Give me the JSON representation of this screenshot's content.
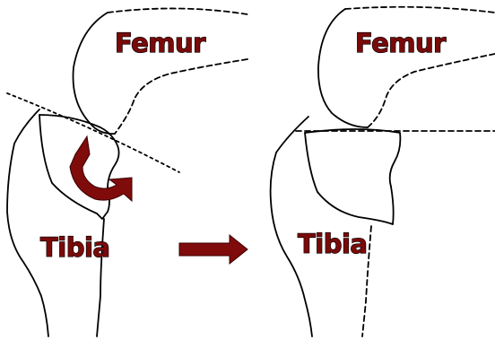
{
  "labels": {
    "femur_left": "Femur",
    "tibia_left": "Tibia",
    "femur_right": "Femur",
    "tibia_right": "Tibia"
  },
  "colors": {
    "label_fill": "#7a0a0a",
    "arrow_fill": "#800b0b",
    "line": "#000000",
    "background": "#ffffff"
  },
  "icons": {
    "rotation": "curved-rotation-arrow",
    "transition": "right-arrow"
  }
}
